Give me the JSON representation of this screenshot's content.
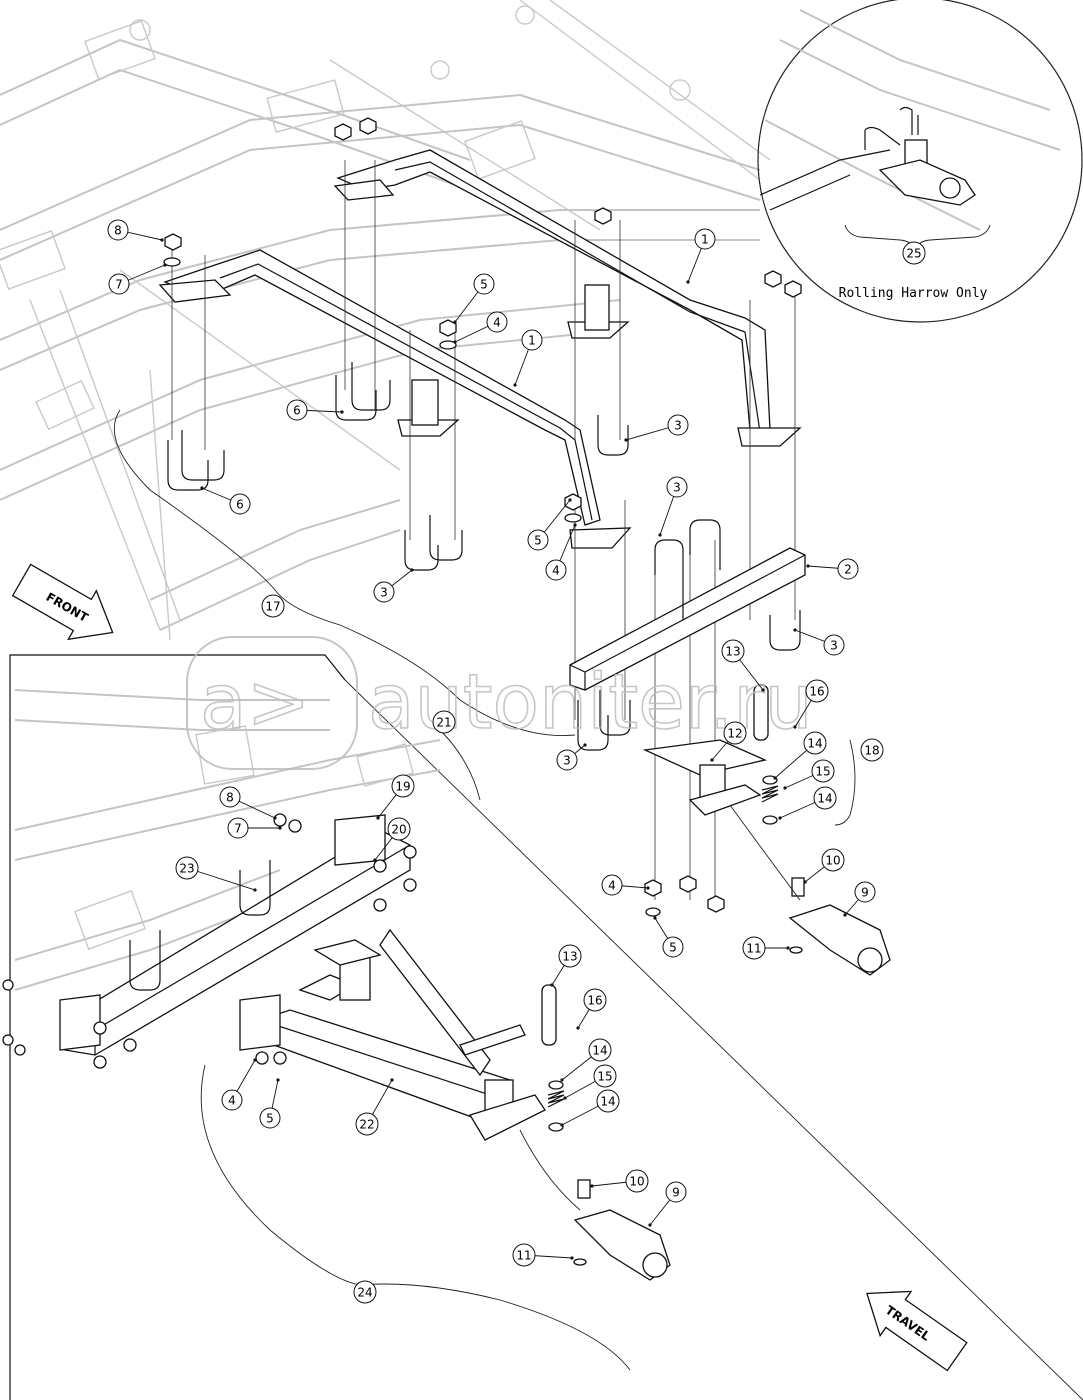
{
  "diagram": {
    "callouts": [
      {
        "id": "c1a",
        "num": "1"
      },
      {
        "id": "c1b",
        "num": "1"
      },
      {
        "id": "c2",
        "num": "2"
      },
      {
        "id": "c3a",
        "num": "3"
      },
      {
        "id": "c3b",
        "num": "3"
      },
      {
        "id": "c3c",
        "num": "3"
      },
      {
        "id": "c3d",
        "num": "3"
      },
      {
        "id": "c3e",
        "num": "3"
      },
      {
        "id": "c4a",
        "num": "4"
      },
      {
        "id": "c4b",
        "num": "4"
      },
      {
        "id": "c4c",
        "num": "4"
      },
      {
        "id": "c4d",
        "num": "4"
      },
      {
        "id": "c5a",
        "num": "5"
      },
      {
        "id": "c5b",
        "num": "5"
      },
      {
        "id": "c5c",
        "num": "5"
      },
      {
        "id": "c5d",
        "num": "5"
      },
      {
        "id": "c6a",
        "num": "6"
      },
      {
        "id": "c6b",
        "num": "6"
      },
      {
        "id": "c7a",
        "num": "7"
      },
      {
        "id": "c7b",
        "num": "7"
      },
      {
        "id": "c8a",
        "num": "8"
      },
      {
        "id": "c8b",
        "num": "8"
      },
      {
        "id": "c9a",
        "num": "9"
      },
      {
        "id": "c9b",
        "num": "9"
      },
      {
        "id": "c10a",
        "num": "10"
      },
      {
        "id": "c10b",
        "num": "10"
      },
      {
        "id": "c11a",
        "num": "11"
      },
      {
        "id": "c11b",
        "num": "11"
      },
      {
        "id": "c12",
        "num": "12"
      },
      {
        "id": "c13a",
        "num": "13"
      },
      {
        "id": "c13b",
        "num": "13"
      },
      {
        "id": "c14a",
        "num": "14"
      },
      {
        "id": "c14b",
        "num": "14"
      },
      {
        "id": "c14c",
        "num": "14"
      },
      {
        "id": "c14d",
        "num": "14"
      },
      {
        "id": "c15a",
        "num": "15"
      },
      {
        "id": "c15b",
        "num": "15"
      },
      {
        "id": "c16a",
        "num": "16"
      },
      {
        "id": "c16b",
        "num": "16"
      },
      {
        "id": "c17",
        "num": "17"
      },
      {
        "id": "c18",
        "num": "18"
      },
      {
        "id": "c19",
        "num": "19"
      },
      {
        "id": "c20",
        "num": "20"
      },
      {
        "id": "c21",
        "num": "21"
      },
      {
        "id": "c22",
        "num": "22"
      },
      {
        "id": "c23",
        "num": "23"
      },
      {
        "id": "c24",
        "num": "24"
      },
      {
        "id": "c25",
        "num": "25"
      }
    ],
    "labels": {
      "detail_caption": "Rolling Harrow Only",
      "front_arrow": "FRONT",
      "travel_arrow": "TRAVEL"
    },
    "watermark": {
      "text": "autoniter.ru",
      "logo_glyph": "a>"
    }
  }
}
